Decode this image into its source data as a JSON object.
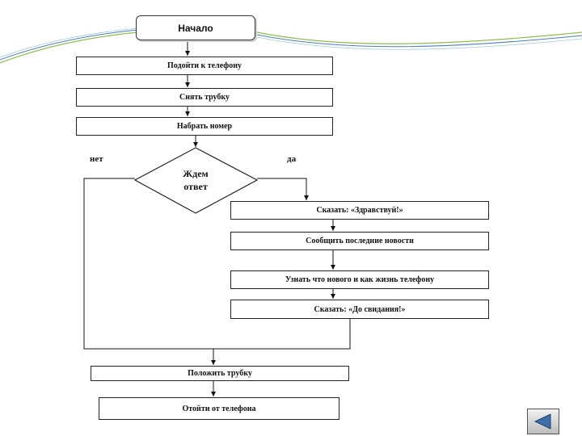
{
  "flowchart": {
    "start": "Начало",
    "steps": {
      "go_to_phone": "Подойти к телефону",
      "pick_up": "Снять трубку",
      "dial": "Набрать номер"
    },
    "decision": {
      "text": "Ждем\nответ",
      "no_label": "нет",
      "yes_label": "да"
    },
    "yes_branch": {
      "say_hello": "Сказать: «Здравствуй!»",
      "share_news": "Сообщить последние новости",
      "ask_news": "Узнать что нового и как жизнь телефону",
      "say_goodbye": "Сказать: «До свидания!»"
    },
    "end_steps": {
      "hang_up": "Положить трубку",
      "walk_away": "Отойти от телефона"
    }
  },
  "navigation": {
    "back_icon": "triangle-left-icon"
  },
  "colors": {
    "decor_wave_green": "#8fbf4a",
    "decor_wave_blue": "#4a7fb8",
    "nav_arrow": "#3f6fa8"
  }
}
